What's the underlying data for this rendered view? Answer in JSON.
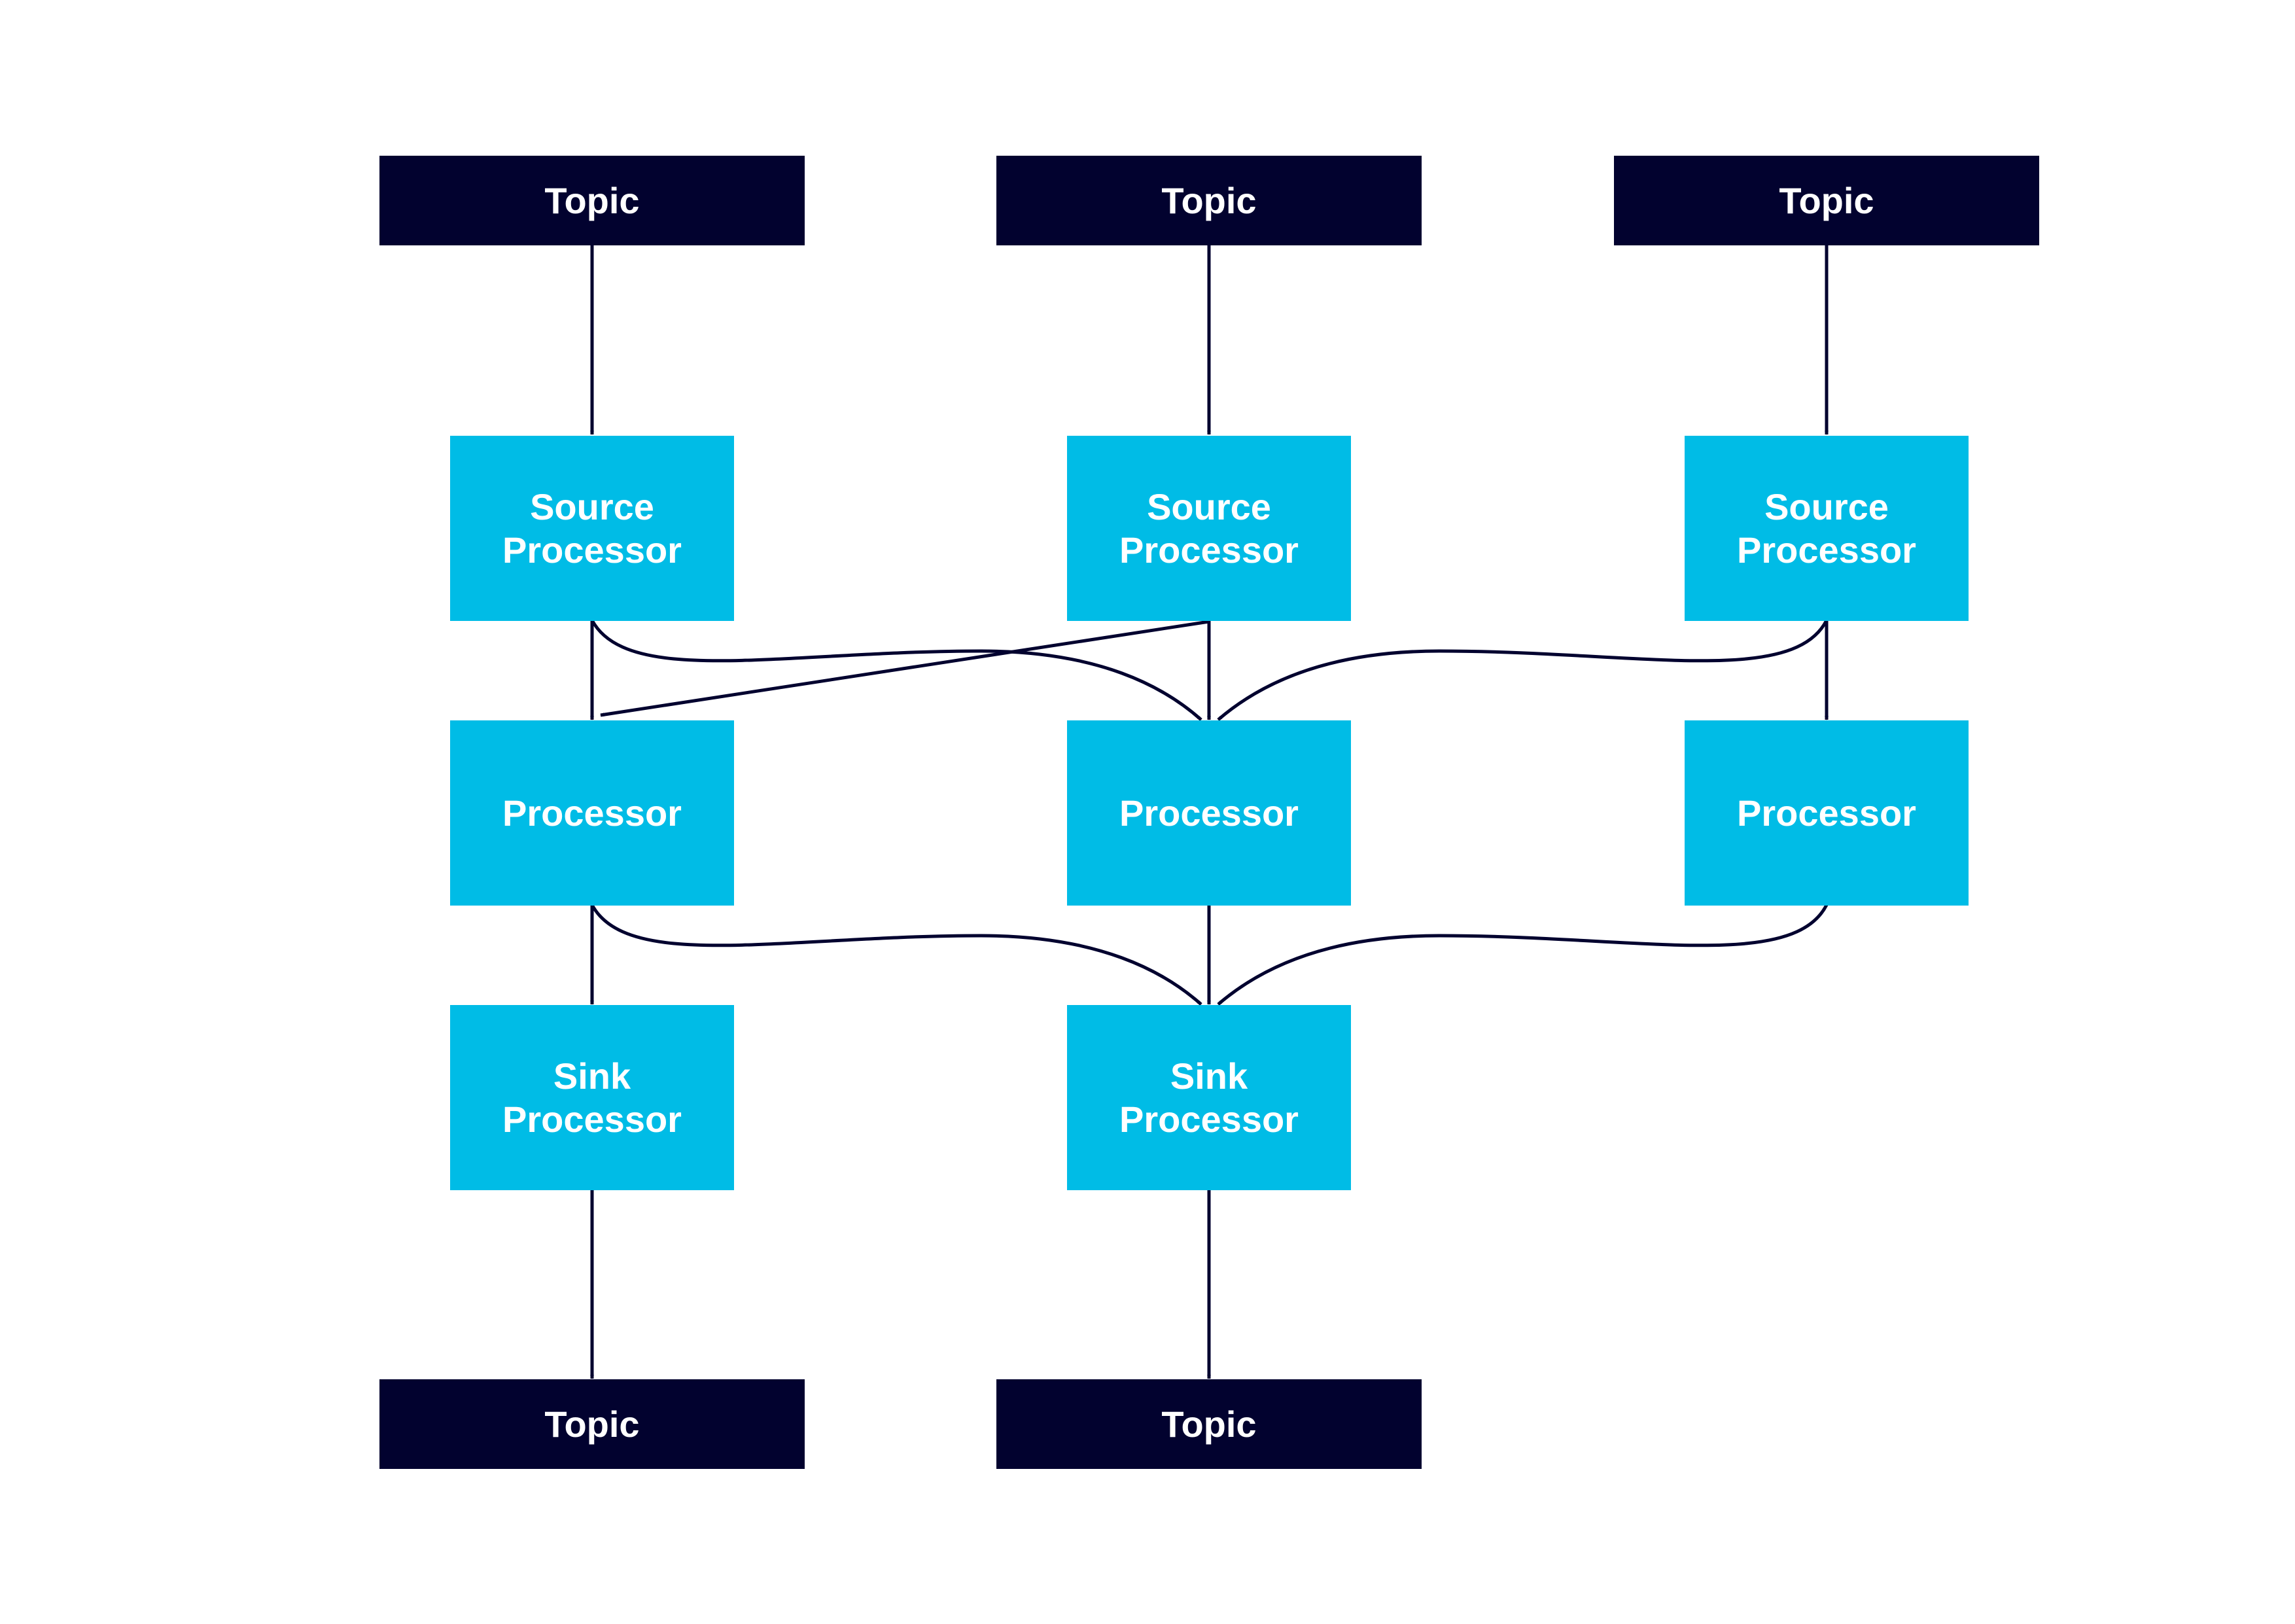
{
  "topic_label": "Topic",
  "source_line1": "Source",
  "processor_label": "Processor",
  "sink_line1": "Sink",
  "colors": {
    "topic_bg": "#02022f",
    "processor_bg": "#00bce6",
    "text": "#ffffff",
    "edge": "#02022f"
  }
}
